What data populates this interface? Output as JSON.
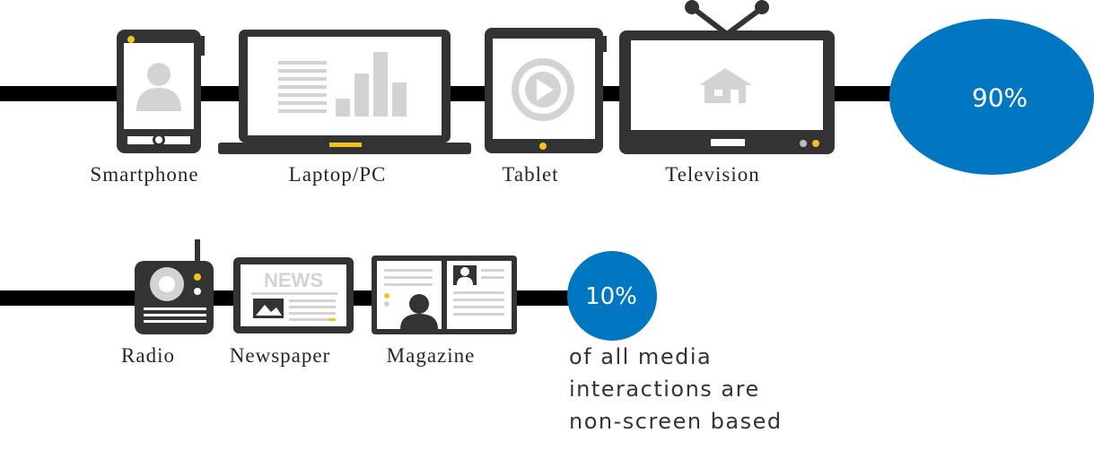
{
  "screen_devices": {
    "items": [
      {
        "label": "Smartphone",
        "icon": "smartphone-icon"
      },
      {
        "label": "Laptop/PC",
        "icon": "laptop-icon"
      },
      {
        "label": "Tablet",
        "icon": "tablet-icon"
      },
      {
        "label": "Television",
        "icon": "television-icon"
      }
    ],
    "share": "90%",
    "color": "#0077C0"
  },
  "non_screen_media": {
    "items": [
      {
        "label": "Radio",
        "icon": "radio-icon"
      },
      {
        "label": "Newspaper",
        "icon": "newspaper-icon"
      },
      {
        "label": "Magazine",
        "icon": "magazine-icon"
      }
    ],
    "share": "10%",
    "color": "#0077C0",
    "caption": [
      "of all media",
      "interactions are",
      "non-screen based"
    ]
  },
  "newspaper_masthead": "NEWS",
  "colors": {
    "device_frame": "#333333",
    "device_screen_art": "#D3D3D3",
    "accent_dot": "#F5C21B",
    "line": "#000000"
  }
}
